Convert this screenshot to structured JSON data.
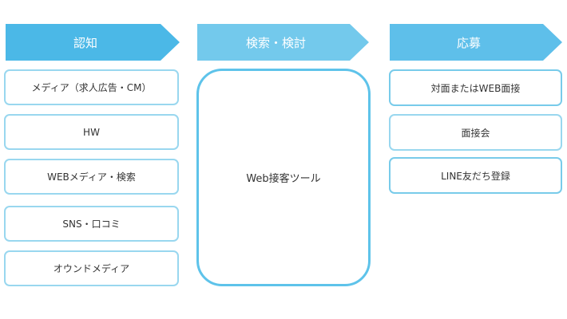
{
  "columns": [
    {
      "header": "認知",
      "items": [
        "メディア（求人広告・CM）",
        "HW",
        "WEBメディア・検索",
        "SNS・口コミ",
        "オウンドメディア"
      ]
    },
    {
      "header": "検索・検討",
      "items": [
        "Web接客ツール"
      ]
    },
    {
      "header": "応募",
      "items": [
        "対面またはWEB面接",
        "面接会",
        "LINE友だち登録"
      ]
    }
  ],
  "colors": {
    "arrow_dark": "#4bb8e7",
    "arrow_light": "#73c9ec",
    "box_border": "#99d7ef",
    "tool_border": "#5ec3ea"
  }
}
